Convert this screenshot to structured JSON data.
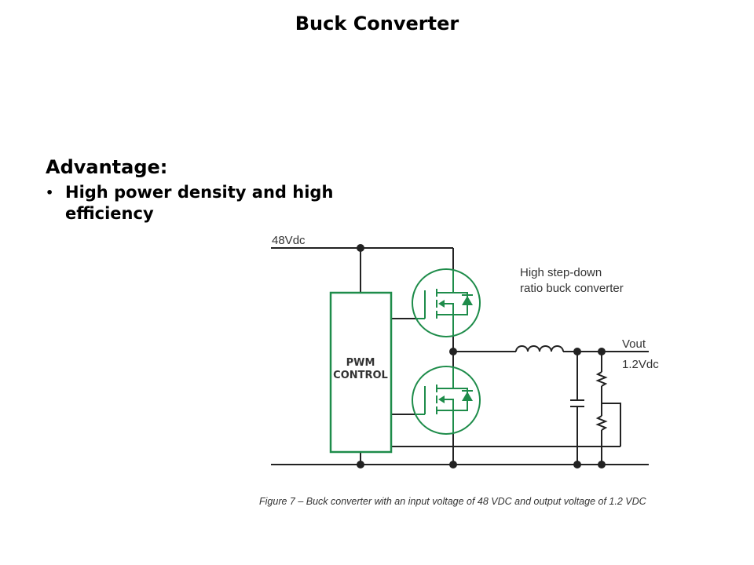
{
  "slide": {
    "title": "Buck Converter",
    "advantage_heading": "Advantage:",
    "bullet_symbol": "•",
    "bullets": [
      "High power density and high efficiency"
    ]
  },
  "diagram": {
    "input_label": "48Vdc",
    "controller_label_line1": "PWM",
    "controller_label_line2": "CONTROL",
    "description_line1": "High step-down",
    "description_line2": "ratio buck converter",
    "output_label": "Vout",
    "output_voltage": "1.2Vdc",
    "caption": "Figure 7 – Buck converter with an input voltage of 48 VDC and output voltage of 1.2 VDC",
    "colors": {
      "wire": "#222222",
      "component": "#1e8c4a"
    }
  }
}
